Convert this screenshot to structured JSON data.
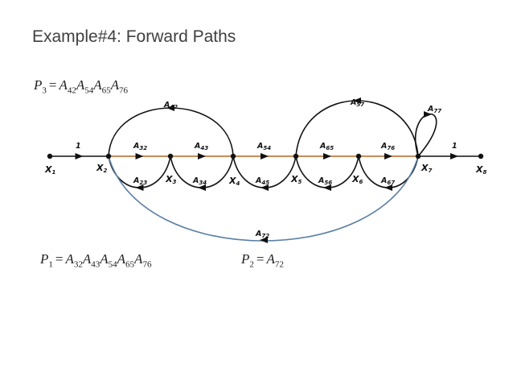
{
  "title": "Example#4: Forward Paths",
  "equations": {
    "p3": {
      "lhs": "P",
      "lhs_sub": "3",
      "eq": "=",
      "terms": [
        {
          "v": "A",
          "s": "42"
        },
        {
          "v": "A",
          "s": "54"
        },
        {
          "v": "A",
          "s": "65"
        },
        {
          "v": "A",
          "s": "76"
        }
      ]
    },
    "p1": {
      "lhs": "P",
      "lhs_sub": "1",
      "eq": "=",
      "terms": [
        {
          "v": "A",
          "s": "32"
        },
        {
          "v": "A",
          "s": "43"
        },
        {
          "v": "A",
          "s": "54"
        },
        {
          "v": "A",
          "s": "65"
        },
        {
          "v": "A",
          "s": "76"
        }
      ]
    },
    "p2": {
      "lhs": "P",
      "lhs_sub": "2",
      "eq": "=",
      "terms": [
        {
          "v": "A",
          "s": "72"
        }
      ]
    }
  },
  "graph": {
    "nodes": [
      {
        "id": "x1",
        "label": "X",
        "sub": "1"
      },
      {
        "id": "x2",
        "label": "X",
        "sub": "2"
      },
      {
        "id": "x3",
        "label": "X",
        "sub": "3"
      },
      {
        "id": "x4",
        "label": "X",
        "sub": "4"
      },
      {
        "id": "x5",
        "label": "X",
        "sub": "5"
      },
      {
        "id": "x6",
        "label": "X",
        "sub": "6"
      },
      {
        "id": "x7",
        "label": "X",
        "sub": "7"
      },
      {
        "id": "x8",
        "label": "X",
        "sub": "8"
      }
    ],
    "branches": [
      {
        "id": "b1",
        "label": "1",
        "sub": ""
      },
      {
        "id": "a32",
        "label": "A",
        "sub": "32"
      },
      {
        "id": "a43",
        "label": "A",
        "sub": "43"
      },
      {
        "id": "a54",
        "label": "A",
        "sub": "54"
      },
      {
        "id": "a65",
        "label": "A",
        "sub": "65"
      },
      {
        "id": "a76",
        "label": "A",
        "sub": "76"
      },
      {
        "id": "b2",
        "label": "1",
        "sub": ""
      },
      {
        "id": "a23",
        "label": "A",
        "sub": "23"
      },
      {
        "id": "a34",
        "label": "A",
        "sub": "34"
      },
      {
        "id": "a45",
        "label": "A",
        "sub": "45"
      },
      {
        "id": "a56",
        "label": "A",
        "sub": "56"
      },
      {
        "id": "a67",
        "label": "A",
        "sub": "67"
      },
      {
        "id": "a42",
        "label": "A",
        "sub": "42"
      },
      {
        "id": "a57",
        "label": "A",
        "sub": "57"
      },
      {
        "id": "a77",
        "label": "A",
        "sub": "77"
      },
      {
        "id": "a72",
        "label": "A",
        "sub": "72"
      }
    ],
    "colors": {
      "path_forward": "#b5651d",
      "path_a72": "#5b7fa6",
      "ink": "#111111"
    }
  }
}
